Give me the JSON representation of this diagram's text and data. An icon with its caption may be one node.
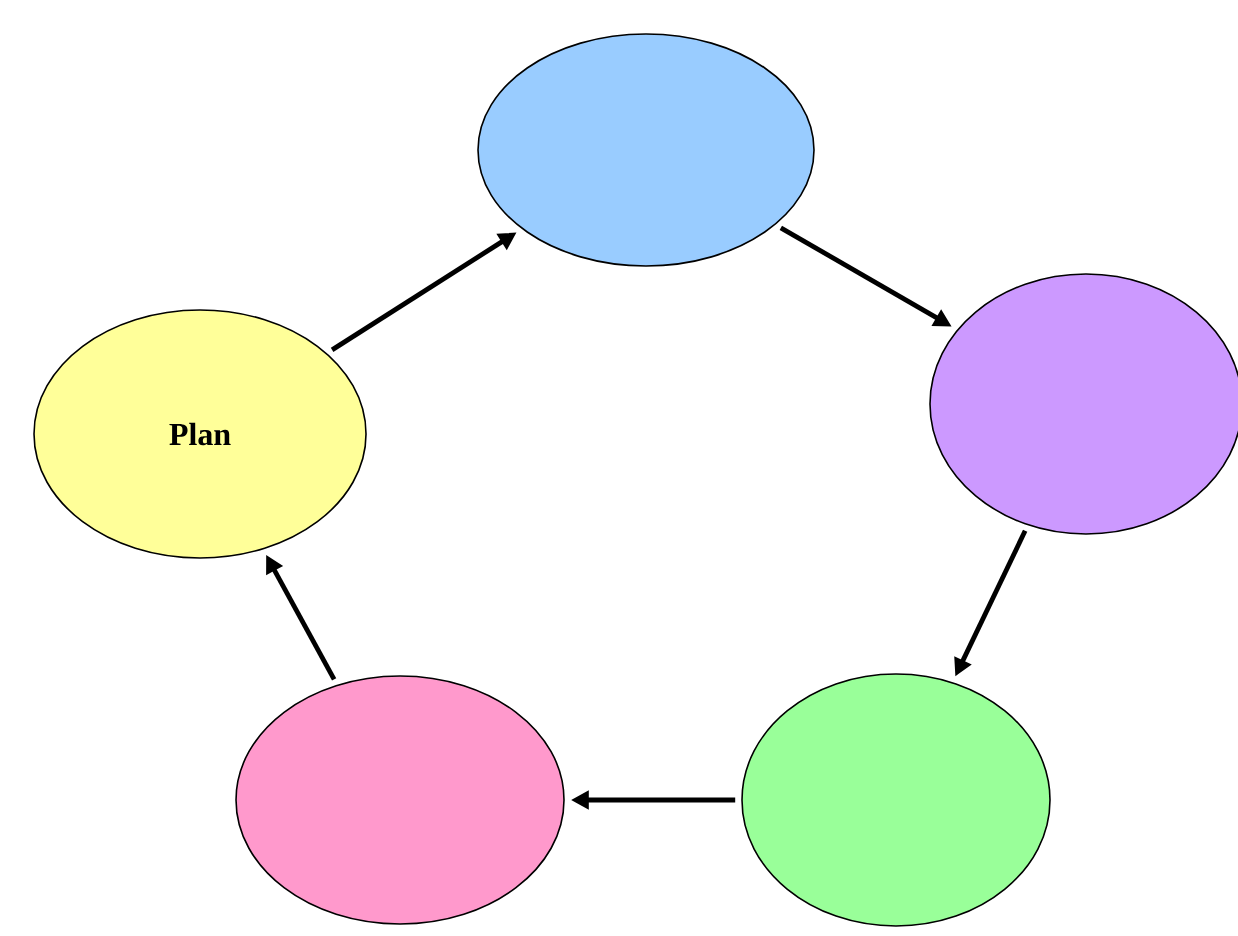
{
  "diagram": {
    "nodes": [
      {
        "text": [
          "Plan"
        ]
      },
      {
        "text": [],
        "shape": "ellipse"
      },
      {
        "text": [],
        "shape": "ellipse"
      },
      {
        "text": [],
        "shape": "ellipse"
      },
      {
        "text": [],
        "shape": "ellipse"
      }
    ],
    "edges": [
      {
        "from": 0,
        "to": 1,
        "arrow": "to"
      },
      {
        "from": 1,
        "to": 2,
        "arrow": "to"
      },
      {
        "from": 2,
        "to": 3,
        "arrow": "to"
      },
      {
        "from": 3,
        "to": 4,
        "arrow": "to"
      },
      {
        "from": 4,
        "to": 0,
        "arrow": "to"
      }
    ]
  }
}
